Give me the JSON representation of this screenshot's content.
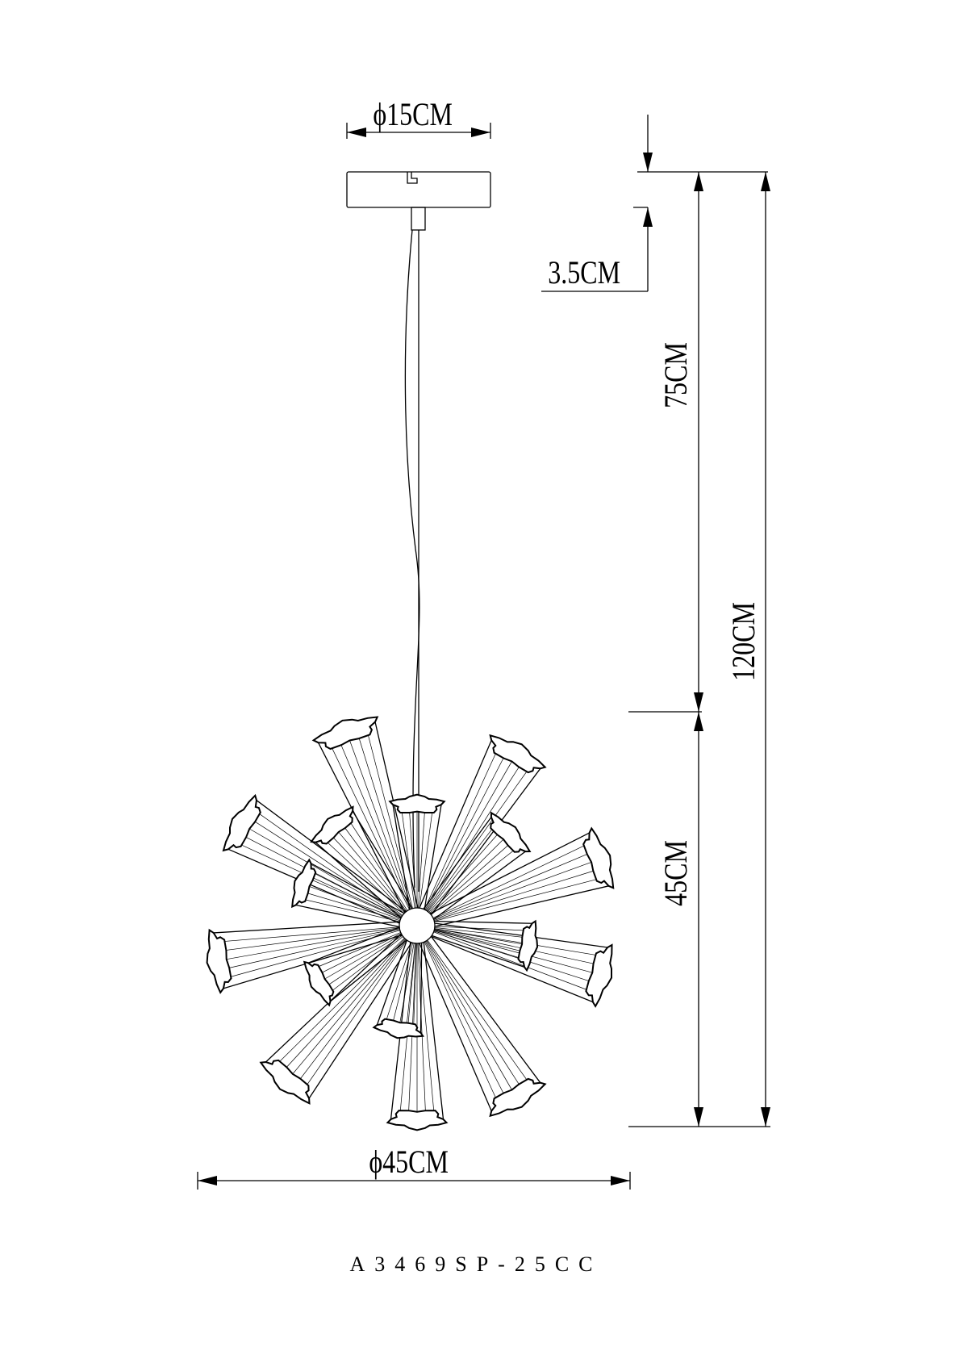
{
  "drawing": {
    "dims": {
      "canopy_diameter": "ϕ15CM",
      "canopy_height": "3.5CM",
      "drop_length": "75CM",
      "total_height": "120CM",
      "body_height": "45CM",
      "body_diameter": "ϕ45CM"
    },
    "model": "A3469SP-25CC"
  }
}
